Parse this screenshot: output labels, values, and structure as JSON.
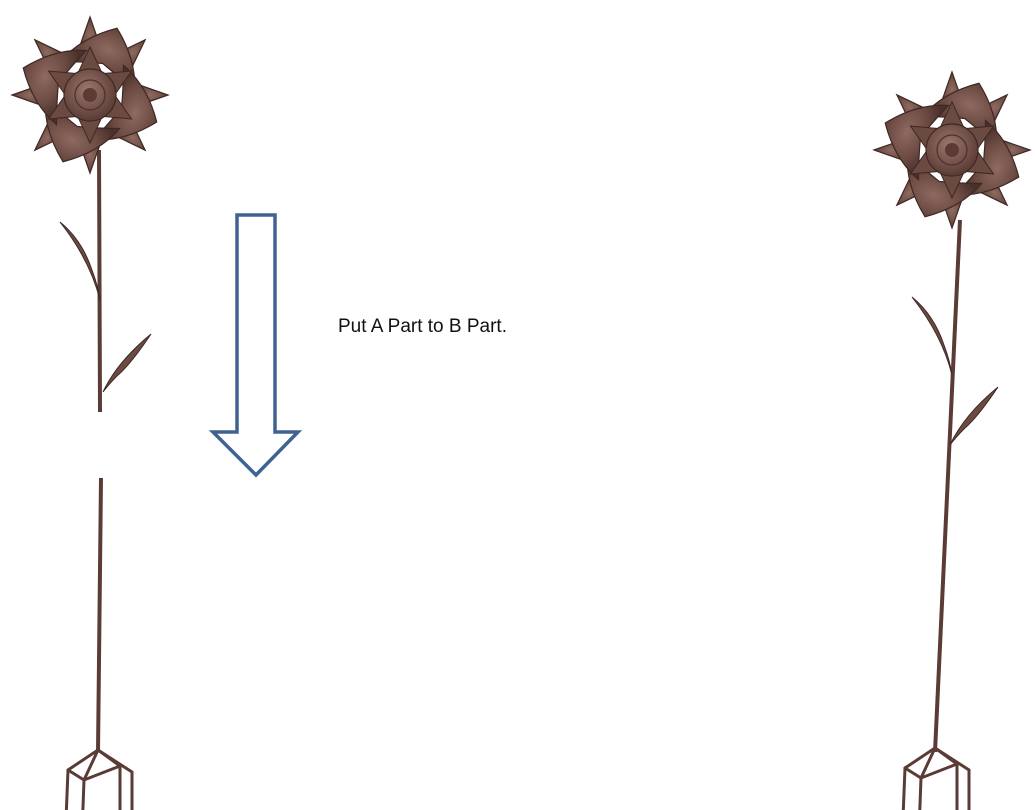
{
  "instruction": {
    "text": "Put A Part to B Part."
  },
  "colors": {
    "metal_main": "#6b4a42",
    "metal_dark": "#4a302b",
    "metal_light": "#8e6a60",
    "arrow_outline": "#3f6290",
    "background": "#ffffff"
  },
  "figure": {
    "left_part": {
      "name": "flower-stake-disassembled",
      "pieces": [
        "flower-head-section",
        "stake-section"
      ]
    },
    "right_part": {
      "name": "flower-stake-assembled"
    },
    "arrow": {
      "name": "down-arrow",
      "direction": "down"
    }
  }
}
